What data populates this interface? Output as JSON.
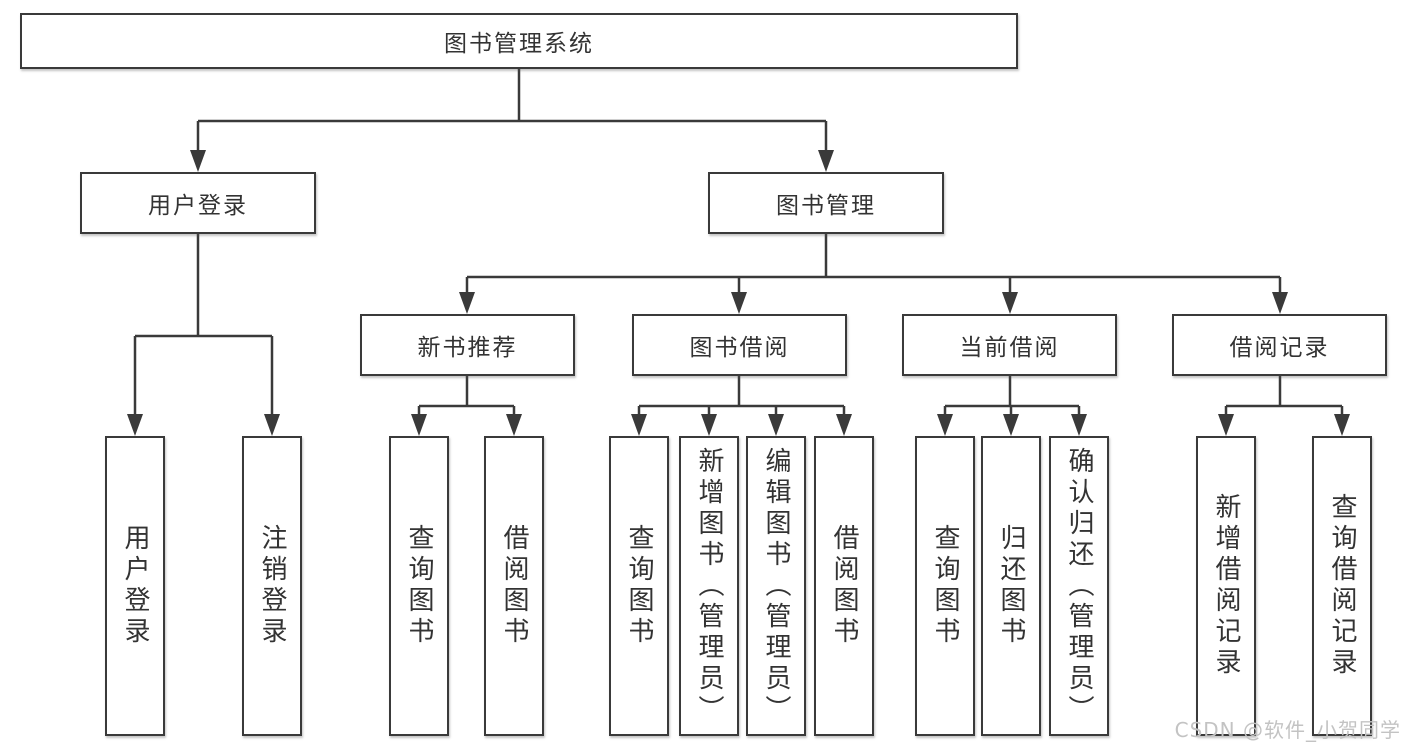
{
  "diagram": {
    "type": "hierarchy-tree",
    "colors": {
      "background": "#ffffff",
      "box_border": "#3a3a3a",
      "line": "#3a3a3a",
      "text": "#333333",
      "watermark": "#c3c3c3"
    },
    "watermark": "CSDN @软件_小贺同学",
    "tree": {
      "label": "图书管理系统",
      "children": [
        {
          "label": "用户登录",
          "children": [
            {
              "label": "用户登录"
            },
            {
              "label": "注销登录"
            }
          ]
        },
        {
          "label": "图书管理",
          "children": [
            {
              "label": "新书推荐",
              "children": [
                {
                  "label": "查询图书"
                },
                {
                  "label": "借阅图书"
                }
              ]
            },
            {
              "label": "图书借阅",
              "children": [
                {
                  "label": "查询图书"
                },
                {
                  "label": "新增图书（管理员）"
                },
                {
                  "label": "编辑图书（管理员）"
                },
                {
                  "label": "借阅图书"
                }
              ]
            },
            {
              "label": "当前借阅",
              "children": [
                {
                  "label": "查询图书"
                },
                {
                  "label": "归还图书"
                },
                {
                  "label": "确认归还（管理员）"
                }
              ]
            },
            {
              "label": "借阅记录",
              "children": [
                {
                  "label": "新增借阅记录"
                },
                {
                  "label": "查询借阅记录"
                }
              ]
            }
          ]
        }
      ]
    }
  }
}
